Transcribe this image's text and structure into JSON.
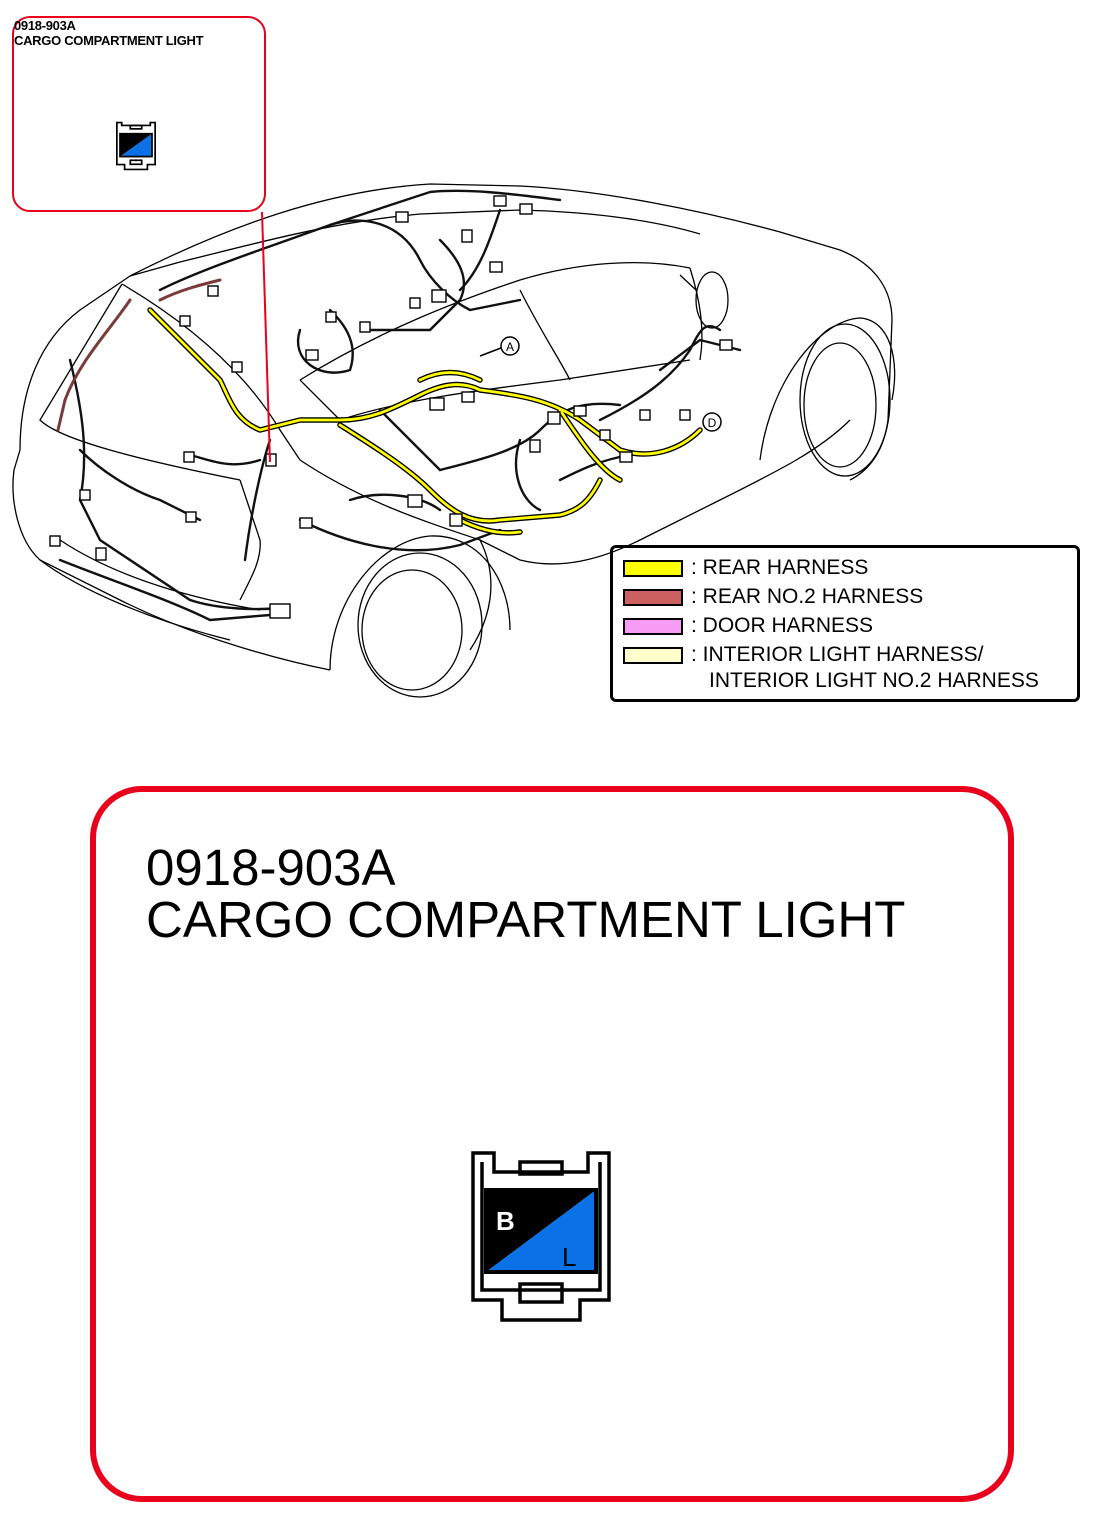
{
  "connector": {
    "code": "0918-903A",
    "name": "CARGO COMPARTMENT LIGHT",
    "terminals": [
      {
        "label": "B",
        "color": "#000000"
      },
      {
        "label": "L",
        "color": "#0a72e6"
      }
    ]
  },
  "legend": {
    "items": [
      {
        "label": ": REAR HARNESS",
        "color": "#ffff00"
      },
      {
        "label": ": REAR NO.2 HARNESS",
        "color": "#cc6060"
      },
      {
        "label": ": DOOR HARNESS",
        "color": "#f79cf5"
      },
      {
        "label": ": INTERIOR LIGHT HARNESS/",
        "label2": "INTERIOR LIGHT NO.2 HARNESS",
        "color": "#ffffcc"
      }
    ]
  },
  "markers": [
    {
      "label": "A"
    },
    {
      "label": "D"
    }
  ],
  "colors": {
    "callout_border": "#e8001c",
    "wire_dark": "#111111"
  }
}
